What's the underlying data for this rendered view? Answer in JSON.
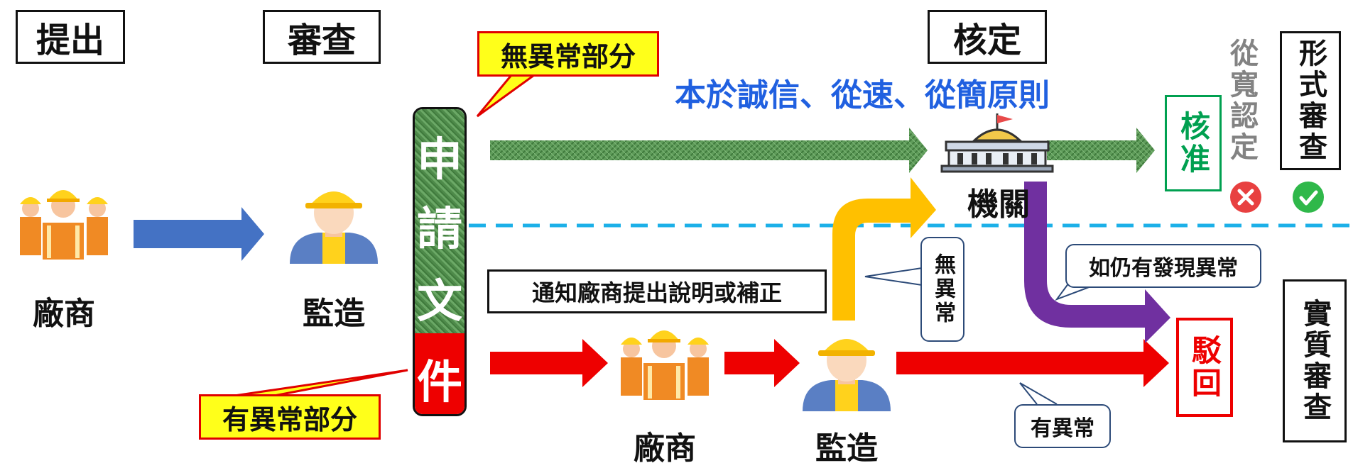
{
  "stages": {
    "submit": "提出",
    "review": "審查",
    "approve": "核定"
  },
  "actors": {
    "vendor_left": "廠商",
    "supervisor_left": "監造",
    "vendor_mid": "廠商",
    "supervisor_mid": "監造",
    "agency": "機關"
  },
  "document": {
    "chars": [
      "申",
      "請",
      "文",
      "件"
    ]
  },
  "callouts": {
    "no_abnormal_part": "無異常部分",
    "has_abnormal_part": "有異常部分",
    "principle": "本於誠信、從速、從簡原則",
    "notify": "通知廠商提出說明或補正",
    "no_abnormal": "無異常",
    "still_abnormal": "如仍有發現異常",
    "has_abnormal": "有異常"
  },
  "outcomes": {
    "approved": "核准",
    "rejected": "駁回"
  },
  "review_types": {
    "formal": "形式審查",
    "substantive": "實質審查",
    "lenient": "從寬認定"
  },
  "colors": {
    "blue_arrow": "#4472c4",
    "red_arrow": "#ee0000",
    "green_texture": "#5a9a55",
    "orange_arrow": "#ffc000",
    "purple_arrow": "#7030a0",
    "dashed_line": "#1cb0e8",
    "principle_text": "#2060e0",
    "approved": "#00a050",
    "rejected": "#ee0000"
  }
}
